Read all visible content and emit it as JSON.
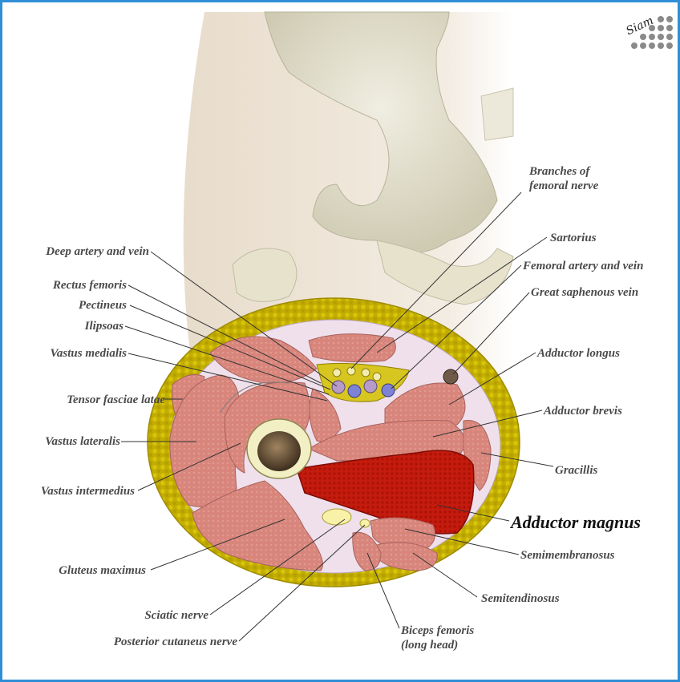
{
  "labels": {
    "branches_femoral_nerve_1": "Branches of",
    "branches_femoral_nerve_2": "femoral nerve",
    "sartorius": "Sartorius",
    "femoral_artery_vein": "Femoral artery and vein",
    "great_saphenous_vein": "Great saphenous vein",
    "adductor_longus": "Adductor longus",
    "adductor_brevis": "Adductor brevis",
    "gracillis": "Gracillis",
    "adductor_magnus": "Adductor magnus",
    "semimembranosus": "Semimembranosus",
    "semitendinosus": "Semitendinosus",
    "biceps_femoris_1": "Biceps femoris",
    "biceps_femoris_2": "(long head)",
    "posterior_cutaneous_nerve": "Posterior cutaneus nerve",
    "sciatic_nerve": "Sciatic nerve",
    "gluteus_maximus": "Gluteus maximus",
    "vastus_intermedius": "Vastus intermedius",
    "vastus_lateralis": "Vastus lateralis",
    "tensor_fasciae_latae": "Tensor fasciae latae",
    "vastus_medialis": "Vastus medialis",
    "ilipsoas": "Ilipsoas",
    "pectineus": "Pectineus",
    "rectus_femoris": "Rectus femoris",
    "deep_artery_vein": "Deep artery and vein"
  },
  "colors": {
    "frame": "#2f8fd6",
    "fat": "#c9b400",
    "muscle": "#d9837a",
    "highlight_muscle": "#c41a0c",
    "bone": "#f3efc4",
    "pelvis": "#e0ddc8"
  },
  "logo_text": "Siam"
}
